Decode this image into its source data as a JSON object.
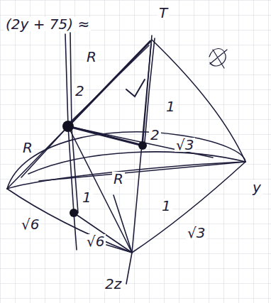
{
  "diagram": {
    "labels": [
      "(2y + 75) ≈",
      "T",
      "R",
      "2",
      "1",
      "2",
      "√3",
      "R",
      "R",
      "y",
      "1",
      "1",
      "√6",
      "√6",
      "√3",
      "2z"
    ]
  }
}
